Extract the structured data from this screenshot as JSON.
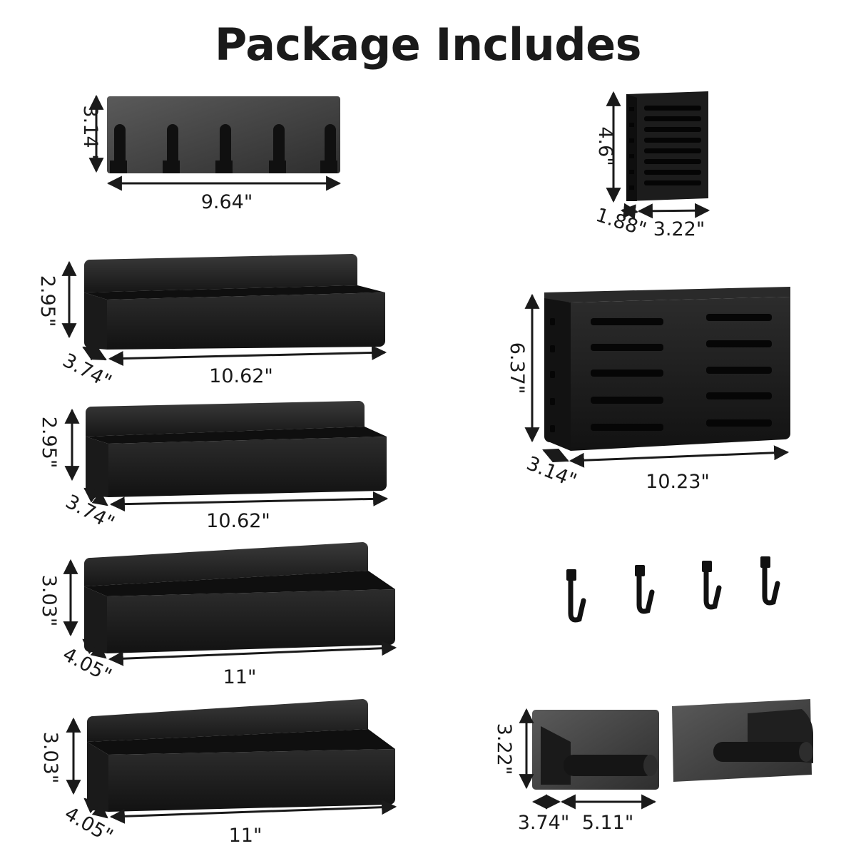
{
  "title": "Package Includes",
  "items": {
    "hook_rack": {
      "height": "3.14 \"",
      "width": "9.64\""
    },
    "small_utensil_holder": {
      "height": "4.6\"",
      "depth": "1.88\"",
      "width": "3.22\""
    },
    "shelf_1": {
      "height": "2.95\"",
      "depth": "3.74\"",
      "width": "10.62\""
    },
    "shelf_2": {
      "height": "2.95\"",
      "depth": "3.74\"",
      "width": "10.62\""
    },
    "shelf_3": {
      "height": "3.03\"",
      "depth": "4.05\"",
      "width": "11\""
    },
    "shelf_4": {
      "height": "3.03\"",
      "depth": "4.05\"",
      "width": "11\""
    },
    "large_knife_holder": {
      "height": "6.37\"",
      "depth": "3.14\"",
      "width": "10.23\""
    },
    "paper_towel_holder": {
      "height": "3.22\"",
      "depth": "3.74\"",
      "width": "5.11\""
    }
  },
  "colors": {
    "product": "#151515",
    "product_face": "#2a2a2a",
    "slot": "#0a0a0a",
    "dimension_line": "#1a1a1a"
  }
}
